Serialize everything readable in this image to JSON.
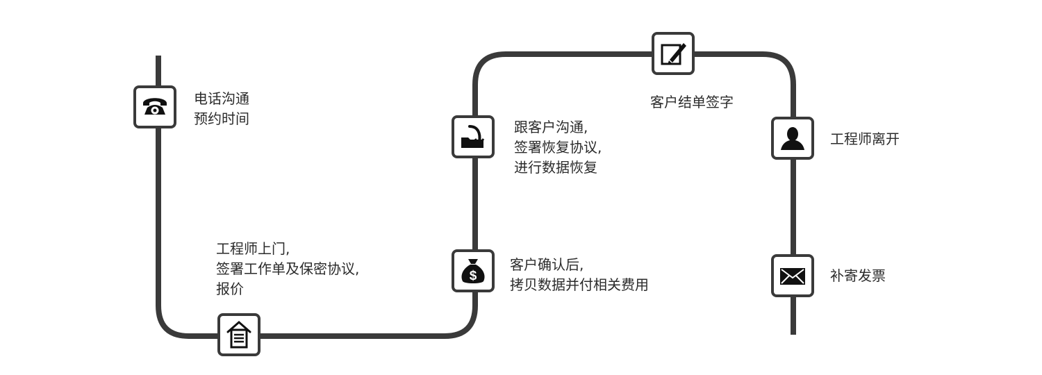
{
  "diagram": {
    "type": "process-flow",
    "line_color": "#3a3a3a",
    "icon_color": "#111111",
    "text_color": "#2b2b2b",
    "steps": [
      {
        "id": "phone",
        "icon": "telephone-icon",
        "lines": [
          "电话沟通",
          "预约时间"
        ]
      },
      {
        "id": "onsite",
        "icon": "document-icon",
        "lines": [
          "工程师上门,",
          "签署工作单及保密协议,",
          "报价"
        ]
      },
      {
        "id": "confirm",
        "icon": "money-bag-icon",
        "lines": [
          "客户确认后,",
          "拷贝数据并付相关费用"
        ]
      },
      {
        "id": "recover",
        "icon": "folder-hook-icon",
        "lines": [
          "跟客户沟通,",
          "签署恢复协议,",
          "进行数据恢复"
        ]
      },
      {
        "id": "sign",
        "icon": "pen-sign-icon",
        "lines": [
          "客户结单签字"
        ]
      },
      {
        "id": "leave",
        "icon": "person-icon",
        "lines": [
          "工程师离开"
        ]
      },
      {
        "id": "invoice",
        "icon": "envelope-icon",
        "lines": [
          "补寄发票"
        ]
      }
    ]
  }
}
